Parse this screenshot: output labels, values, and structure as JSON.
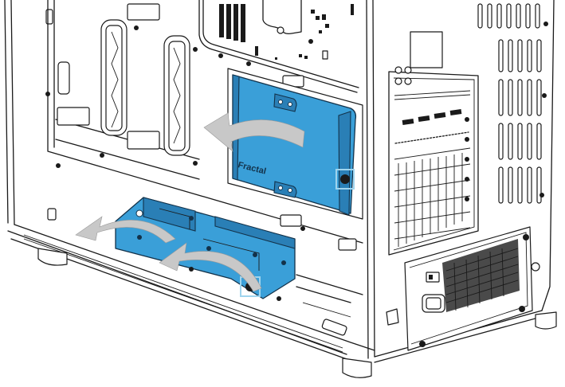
{
  "figure": {
    "type": "technical-illustration",
    "subject": "PC case interior with removable drive bracket",
    "bracket_logo": "Fractal",
    "colors": {
      "bracket": "#3a9fd8",
      "bracket_dark": "#2a7fb6",
      "arrow": "#c8c8c8",
      "highlight": "#9fd4ee",
      "linework": "#1a1a1a",
      "background": "#ffffff"
    },
    "callouts": [
      {
        "name": "rotate-upper-bracket-arrow",
        "direction": "counter-clockwise"
      },
      {
        "name": "rotate-lower-bracket-arrow-left",
        "direction": "left"
      },
      {
        "name": "rotate-lower-bracket-arrow-right",
        "direction": "left"
      },
      {
        "name": "thumbscrew-highlight-upper"
      },
      {
        "name": "thumbscrew-highlight-lower"
      }
    ]
  }
}
